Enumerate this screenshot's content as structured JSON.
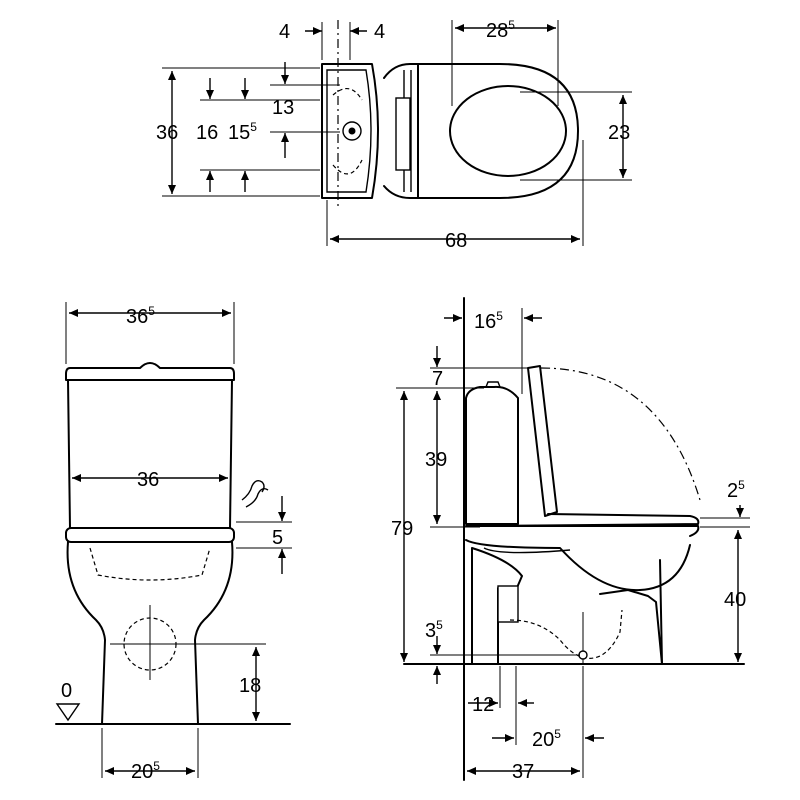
{
  "top_view": {
    "left_offset": {
      "main": "4"
    },
    "right_offset": {
      "main": "4"
    },
    "seat_width": {
      "main": "28",
      "sup": "5"
    },
    "overall_width": {
      "main": "36"
    },
    "inlet_upper": {
      "main": "16"
    },
    "inlet_lower": {
      "main": "15",
      "sup": "5"
    },
    "inlet_depth": {
      "main": "13"
    },
    "seat_opening": {
      "main": "23"
    },
    "overall_length": {
      "main": "68"
    }
  },
  "front_view": {
    "cistern_width": {
      "main": "36",
      "sup": "5"
    },
    "cistern_body": {
      "main": "36"
    },
    "seat_height": {
      "main": "5"
    },
    "outlet_height": {
      "main": "18"
    },
    "floor_level": {
      "main": "0"
    },
    "base_width": {
      "main": "20",
      "sup": "5"
    }
  },
  "side_view": {
    "wall_offset": {
      "main": "16",
      "sup": "5"
    },
    "lid_top": {
      "main": "7"
    },
    "cistern_height": {
      "main": "39"
    },
    "total_height": {
      "main": "79"
    },
    "seat_gap": {
      "main": "2",
      "sup": "5"
    },
    "bowl_height": {
      "main": "40"
    },
    "outlet_offset": {
      "main": "3",
      "sup": "5"
    },
    "back_gap": {
      "main": "12"
    },
    "outlet_to_wall": {
      "main": "20",
      "sup": "5"
    },
    "depth": {
      "main": "37"
    }
  }
}
